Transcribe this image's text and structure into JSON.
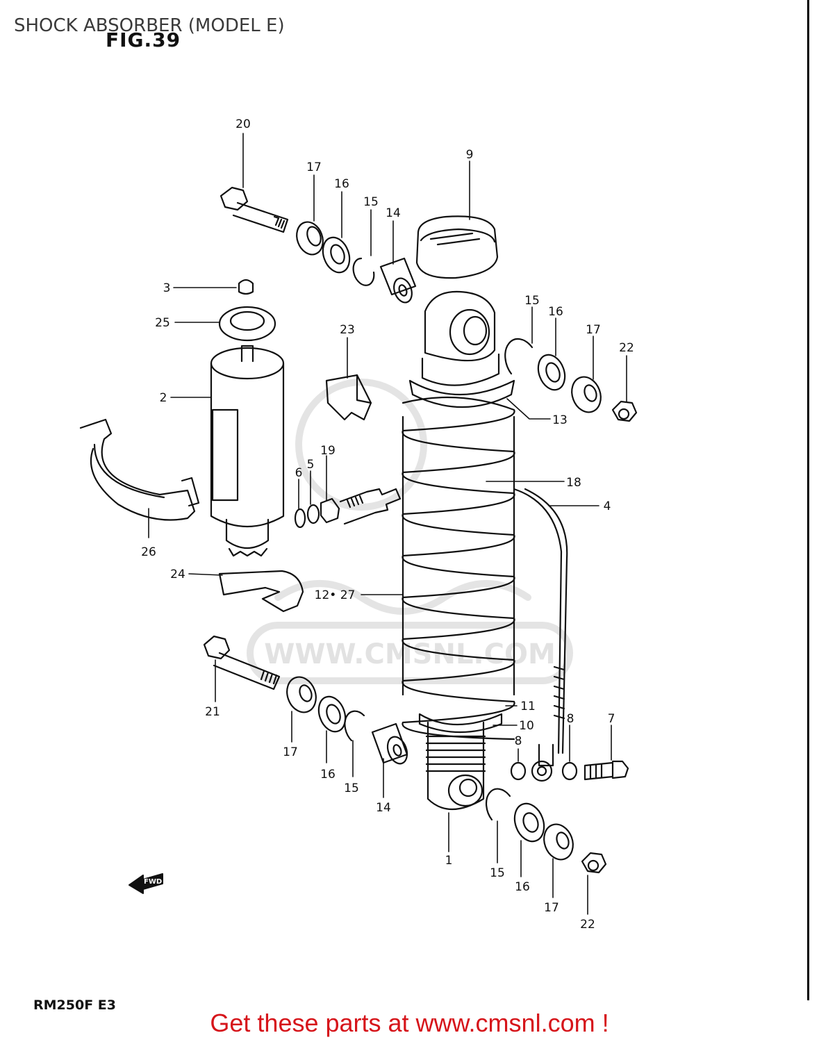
{
  "page": {
    "title": "SHOCK ABSORBER (MODEL E)",
    "figure_label": "FIG.39",
    "model_code": "RM250F E3",
    "footer_link": "Get these parts at www.cmsnl.com !",
    "watermark": "WWW.CMSNL.COM",
    "fwd_label": "FWD"
  },
  "colors": {
    "line": "#111111",
    "footer": "#d6141a",
    "watermark": "#e6e6e6"
  },
  "callouts": [
    {
      "id": "c20",
      "label": "20"
    },
    {
      "id": "c17a",
      "label": "17"
    },
    {
      "id": "c16a",
      "label": "16"
    },
    {
      "id": "c15a",
      "label": "15"
    },
    {
      "id": "c14a",
      "label": "14"
    },
    {
      "id": "c9",
      "label": "9"
    },
    {
      "id": "c3",
      "label": "3"
    },
    {
      "id": "c25",
      "label": "25"
    },
    {
      "id": "c2",
      "label": "2"
    },
    {
      "id": "c23",
      "label": "23"
    },
    {
      "id": "c15b",
      "label": "15"
    },
    {
      "id": "c16b",
      "label": "16"
    },
    {
      "id": "c17b",
      "label": "17"
    },
    {
      "id": "c22a",
      "label": "22"
    },
    {
      "id": "c13",
      "label": "13"
    },
    {
      "id": "c19",
      "label": "19"
    },
    {
      "id": "c6",
      "label": "6"
    },
    {
      "id": "c5",
      "label": "5"
    },
    {
      "id": "c18",
      "label": "18"
    },
    {
      "id": "c4",
      "label": "4"
    },
    {
      "id": "c26",
      "label": "26"
    },
    {
      "id": "c24",
      "label": "24"
    },
    {
      "id": "c1227",
      "label": "12• 27"
    },
    {
      "id": "c21",
      "label": "21"
    },
    {
      "id": "c11",
      "label": "11"
    },
    {
      "id": "c10",
      "label": "10"
    },
    {
      "id": "c8a",
      "label": "8"
    },
    {
      "id": "c8b",
      "label": "8"
    },
    {
      "id": "c7",
      "label": "7"
    },
    {
      "id": "c17c",
      "label": "17"
    },
    {
      "id": "c16c",
      "label": "16"
    },
    {
      "id": "c15c",
      "label": "15"
    },
    {
      "id": "c14b",
      "label": "14"
    },
    {
      "id": "c1",
      "label": "1"
    },
    {
      "id": "c15d",
      "label": "15"
    },
    {
      "id": "c16d",
      "label": "16"
    },
    {
      "id": "c17d",
      "label": "17"
    },
    {
      "id": "c22b",
      "label": "22"
    }
  ]
}
